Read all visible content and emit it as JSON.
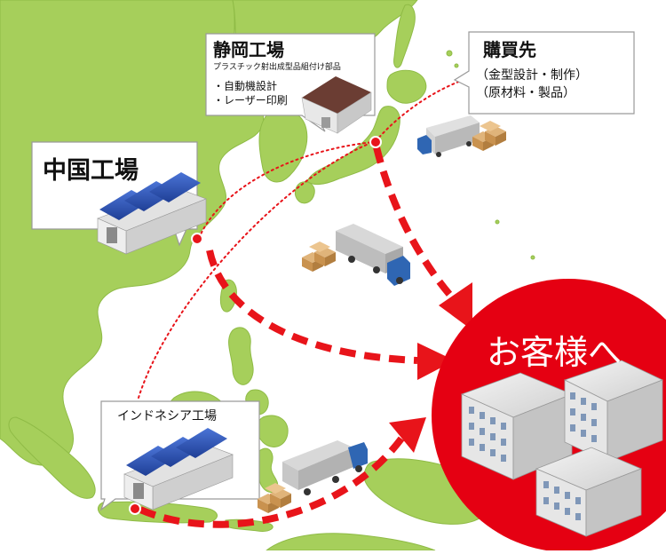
{
  "colors": {
    "sea": "#ffffff",
    "land": "#a6cf5b",
    "land_edge": "#8fbb46",
    "route_red": "#e8141a",
    "customer_circle": "#e50012",
    "callout_fill": "#ffffff",
    "callout_stroke": "#9a9a9a",
    "factory_roof": "#2f56b8",
    "factory_wall": "#efefef"
  },
  "shizuoka": {
    "title": "静岡工場",
    "subtitle": "プラスチック射出成型品組付け部品",
    "bullets": [
      "・自動機設計",
      "・レーザー印刷"
    ]
  },
  "supplier": {
    "title": "購買先",
    "line1": "（金型設計・制作）",
    "line2": "（原材料・製品）"
  },
  "china": {
    "title": "中国工場"
  },
  "indonesia": {
    "title": "インドネシア工場"
  },
  "customer": {
    "label": "お客様へ"
  },
  "icons": {
    "factory": "factory-icon",
    "house": "house-icon",
    "truck": "truck-icon",
    "boxes": "cardboard-boxes-icon",
    "building": "office-building-icon"
  }
}
